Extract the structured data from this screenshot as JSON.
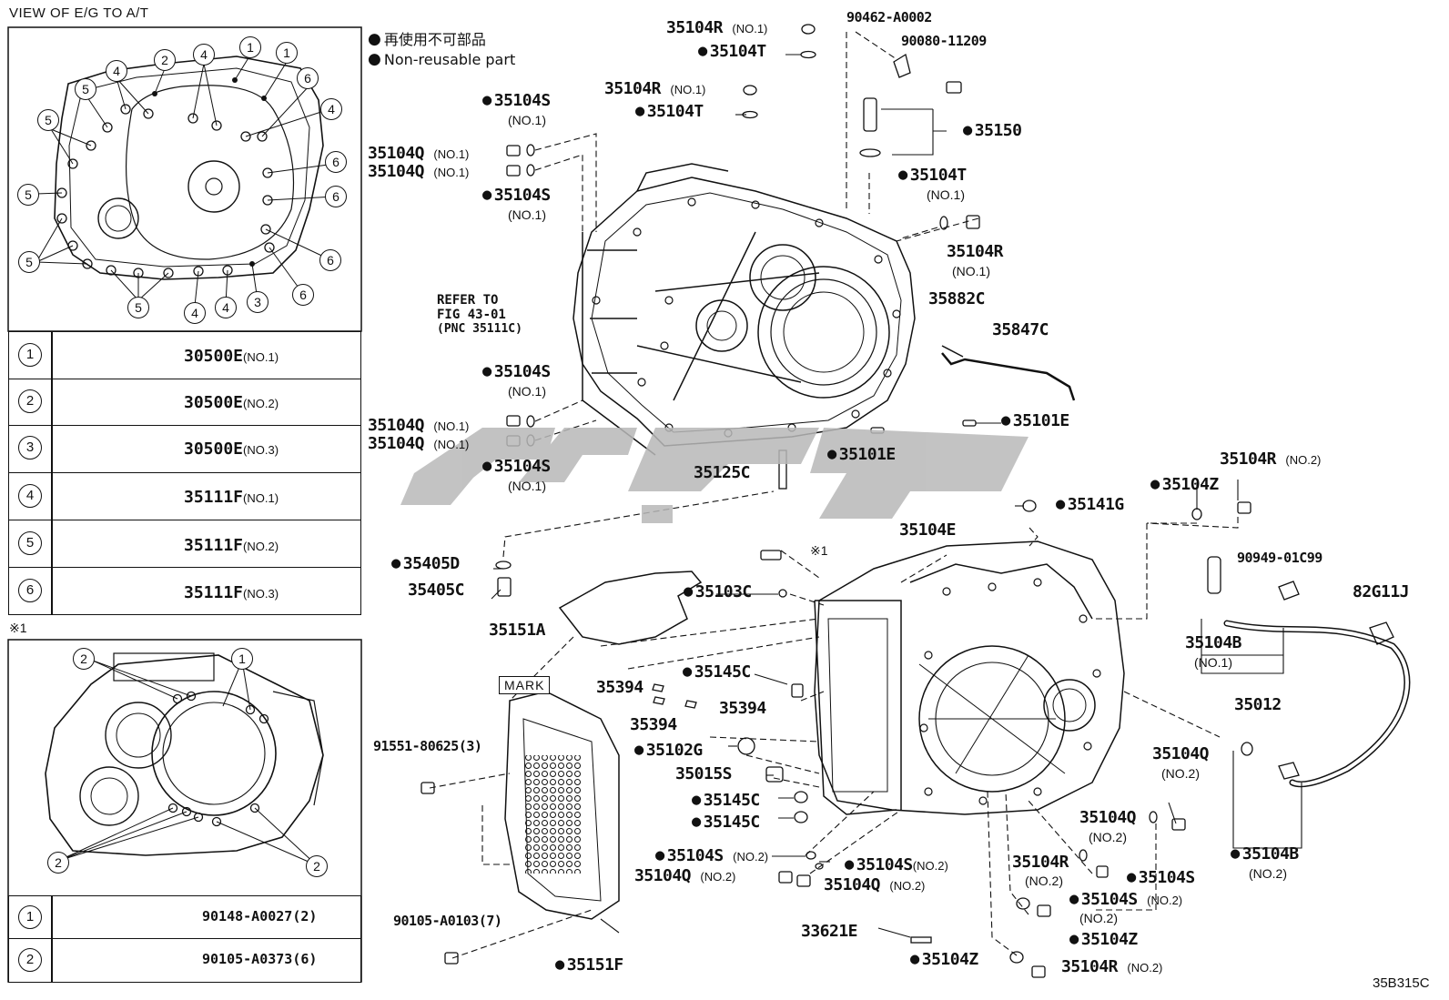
{
  "header": {
    "title": "VIEW OF E/G TO A/T",
    "diagram_code": "35B315C",
    "note_mark": "※1"
  },
  "legend": {
    "line1": "再使用不可部品",
    "line2": "Non-reusable part"
  },
  "table1": {
    "rows": [
      {
        "num": "1",
        "part": "30500E",
        "qual": "(NO.1)"
      },
      {
        "num": "2",
        "part": "30500E",
        "qual": "(NO.2)"
      },
      {
        "num": "3",
        "part": "30500E",
        "qual": "(NO.3)"
      },
      {
        "num": "4",
        "part": "35111F",
        "qual": "(NO.1)"
      },
      {
        "num": "5",
        "part": "35111F",
        "qual": "(NO.2)"
      },
      {
        "num": "6",
        "part": "35111F",
        "qual": "(NO.3)"
      }
    ]
  },
  "table2": {
    "rows": [
      {
        "num": "1",
        "part": "90148-A0027(2)"
      },
      {
        "num": "2",
        "part": "90105-A0373(6)"
      }
    ]
  },
  "view1_callouts": [
    "1",
    "1",
    "2",
    "4",
    "4",
    "5",
    "5",
    "4",
    "6",
    "6",
    "6",
    "6",
    "5",
    "5",
    "5",
    "4",
    "4",
    "3"
  ],
  "view2_callouts": [
    "2",
    "1",
    "2",
    "2"
  ],
  "refer": {
    "l1": "REFER TO",
    "l2": "FIG 43-01",
    "l3": "(PNC 35111C)"
  },
  "mark_label": "MARK",
  "labels": {
    "p35104R_a": "35104R",
    "q_no1": "(NO.1)",
    "q_no2": "(NO.2)",
    "p35104T": "35104T",
    "p35104S": "35104S",
    "p35104Q": "35104Q",
    "p90462": "90462-A0002",
    "p90080": "90080-11209",
    "p35150": "35150",
    "p35882C": "35882C",
    "p35847C": "35847C",
    "p35101E": "35101E",
    "p35125C": "35125C",
    "p35141G": "35141G",
    "p35104Z": "35104Z",
    "p35104E": "35104E",
    "p35405D": "35405D",
    "p35405C": "35405C",
    "p35103C": "35103C",
    "p35151A": "35151A",
    "p35145C": "35145C",
    "p35394": "35394",
    "p91551": "91551-80625(3)",
    "p35102G": "35102G",
    "p35015S": "35015S",
    "p90105": "90105-A0103(7)",
    "p35151F": "35151F",
    "p33621E": "33621E",
    "p90949": "90949-01C99",
    "p82G11J": "82G11J",
    "p35104B": "35104B",
    "p35012": "35012",
    "note_x1": "※1"
  }
}
